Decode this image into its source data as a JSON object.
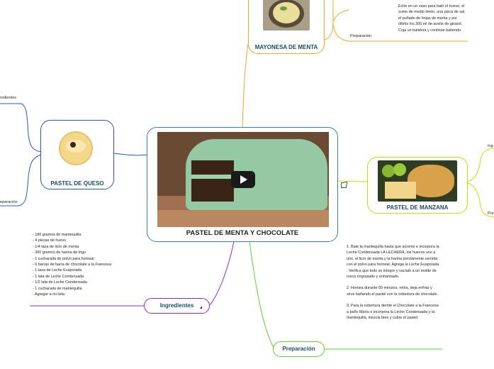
{
  "central": {
    "title": "PASTEL DE MENTA Y CHOCOLATE",
    "media": "video-thumbnail",
    "play_icon": "play-icon"
  },
  "mayonesa": {
    "title": "MAYONESA DE MENTA",
    "preparation_label": "Preparación",
    "preparation_text": "Eche en un vaso para batir el huevo, el zumo de medio limón, una pizca de sal, el puñado de hojas de menta y por último los 300 ml de aceite de girasol. Coja un batidora y continúe batiendo."
  },
  "queso": {
    "title": "PASTEL DE QUESO",
    "ingredientes_label": "redientes",
    "preparacion_label": "eparación"
  },
  "manzana": {
    "title": "PASTEL DE MANZANA",
    "ingredientes_label": "Ing",
    "preparacion_label": "Pre",
    "link_icon": "external-link-icon"
  },
  "ingredientes": {
    "label": "Ingredientes",
    "collapse_icon": "collapse-arrow-icon",
    "items": [
      "- 180 gramos de mantequilla",
      "- 4 piezas de huevo",
      "- 1/4 taza de licor de menta",
      "- 300 gramos de harina de trigo",
      "- 1 cucharada de polvo para hornear",
      "- 6 barras de barra de chocolate a la Francesa",
      "- 1 taza de Leche Evaporada",
      "- 1 lata de Leche Condensada",
      "- 1/2 lata de Leche Condensada",
      "- 1 cucharada de mantequilla",
      "- Agregar a mi lista"
    ]
  },
  "preparacion": {
    "label": "Preparación",
    "steps": [
      "1. Bate la mantequilla hasta que acreme e incorpora la Leche Condensada LA LECHERA, los huevos uno a uno, el licor de menta y la harina previamente cernida con el polvo para hornear. Agrega la Leche Evaporada . Verifica que todo se integre y vacíalo a un molde de rosca engrasado y enharinado.",
      "2. Hornea durante 50 minutos, retira, deja enfriar y sirve bañando el pastel con la cobertura de chocolate.",
      "3. Para la cobertura derrite el Chocolate  a la Francesa a baño María e incorpora la Leche Condensada y la mantequilla, mezcla bien y cubre el pastel."
    ]
  },
  "colors": {
    "central_border": "#3a7fbf",
    "mayonesa": "#f5a623",
    "queso": "#2a56d6",
    "manzana": "#d6d600",
    "ingredientes": "#8a2bd6",
    "preparacion": "#5bd62a"
  }
}
